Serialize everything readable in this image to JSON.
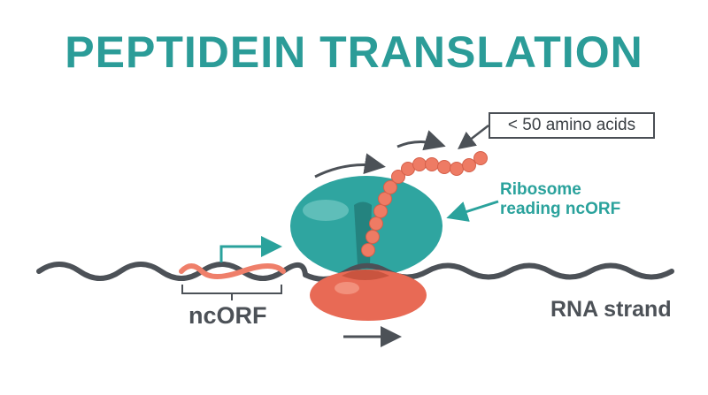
{
  "title": "PEPTIDEIN TRANSLATION",
  "peptide_label": "< 50 amino acids",
  "ribosome_label": {
    "line1": "Ribosome",
    "line2": "reading ncORF"
  },
  "ncorf_label": "ncORF",
  "rna_label": "RNA strand",
  "colors": {
    "teal": "#2b9c98",
    "ribosome_large": "#2fa5a0",
    "ribosome_small": "#e86a55",
    "amino_acid": "#ee7b64",
    "rna": "#4c5157",
    "ncorf_segment": "#ef7f6a"
  }
}
